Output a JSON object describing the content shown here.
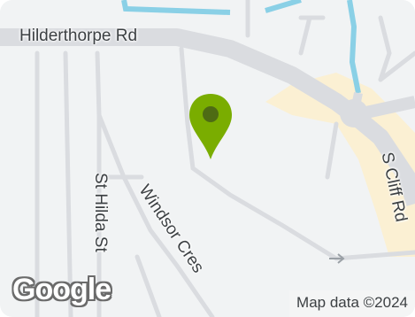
{
  "map": {
    "streets": {
      "hilderthorpe": "Hilderthorpe Rd",
      "st_hilda": "St Hilda St",
      "windsor": "Windsor Cres",
      "s_cliff": "S Cliff Rd"
    },
    "marker_color": "#7aad00",
    "marker_dot_color": "#4e6b14",
    "road_color": "#dadce0",
    "park_color": "#fbf0d3",
    "water_color": "#8ad0e6",
    "logo_text": "Google",
    "attribution": "Map data ©2024"
  }
}
